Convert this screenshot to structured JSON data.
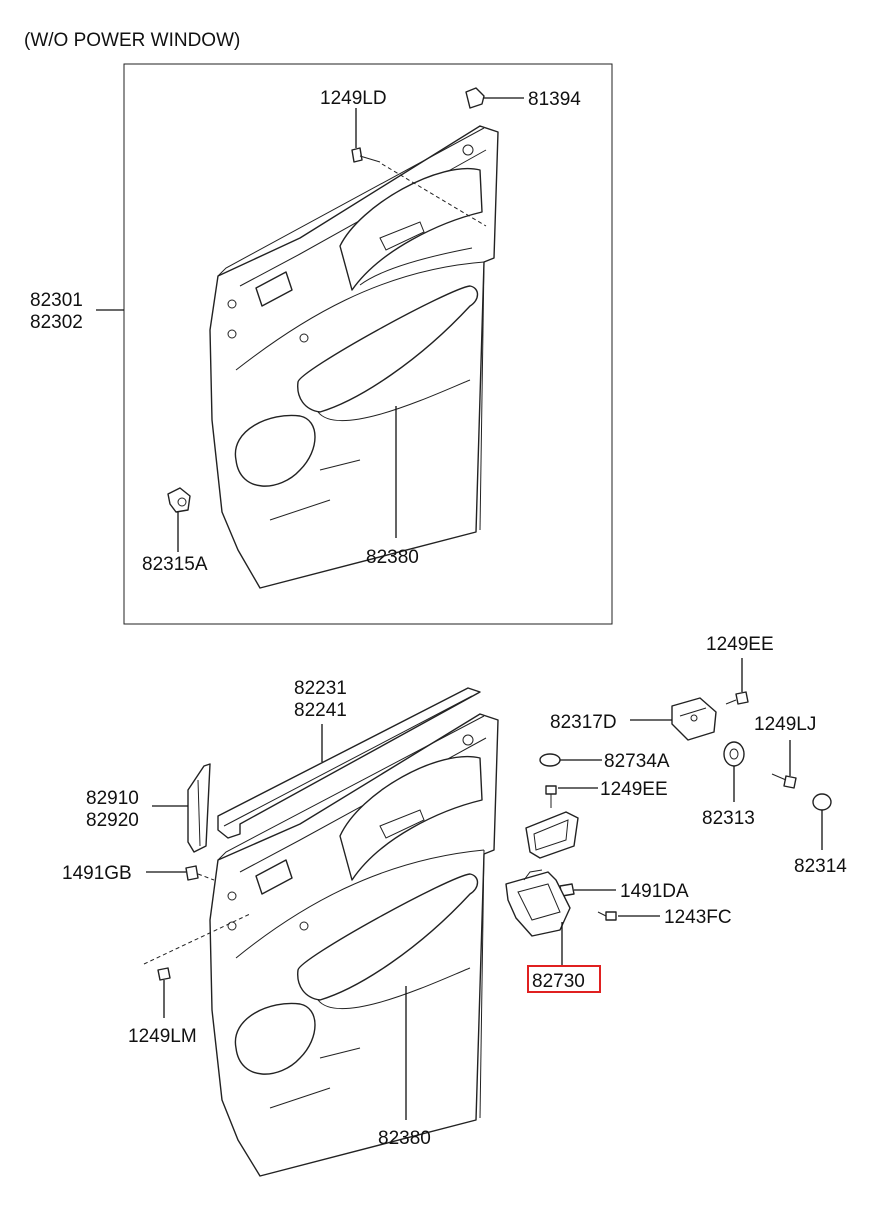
{
  "header": {
    "note": "(W/O POWER WINDOW)"
  },
  "top_group": {
    "labels": {
      "screw_top": "1249LD",
      "cap": "81394",
      "panel_a": "82301",
      "panel_b": "82302",
      "clip": "82315A",
      "pad": "82380"
    }
  },
  "bottom_group": {
    "labels": {
      "strip_a": "82231",
      "strip_b": "82241",
      "garnish_a": "82910",
      "garnish_b": "82920",
      "fastener_gb": "1491GB",
      "screw_lm": "1249LM",
      "pad": "82380",
      "bracket": "82317D",
      "screw_ee_top": "1249EE",
      "screw_lj": "1249LJ",
      "plug_a": "82734A",
      "screw_ee_mid": "1249EE",
      "grommet": "82313",
      "plug_b": "82314",
      "fastener_da": "1491DA",
      "screw_fc": "1243FC",
      "handle": "82730"
    },
    "highlighted_part": "82730",
    "highlight_color": "#e02020"
  }
}
